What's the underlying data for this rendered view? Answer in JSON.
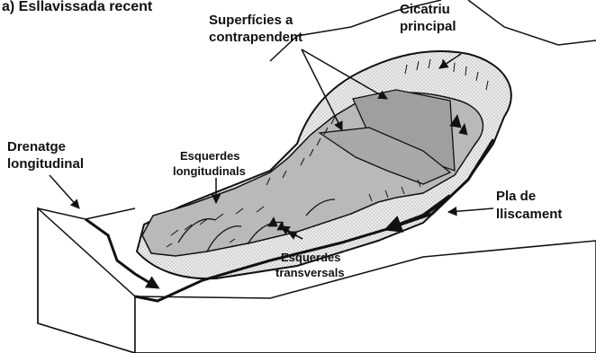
{
  "title": "a) Esllavissada recent",
  "labels": {
    "superficies_line1": "Superfícies a",
    "superficies_line2": "contrapendent",
    "cicatriu_line1": "Cicatriu",
    "cicatriu_line2": "principal",
    "drenatge_line1": "Drenatge",
    "drenatge_line2": "longitudinal",
    "esq_long_line1": "Esquerdes",
    "esq_long_line2": "longitudinals",
    "pla_line1": "Pla de",
    "pla_line2": "lliscament",
    "esq_trans_line1": "Esquerdes",
    "esq_trans_line2": "transversals"
  }
}
